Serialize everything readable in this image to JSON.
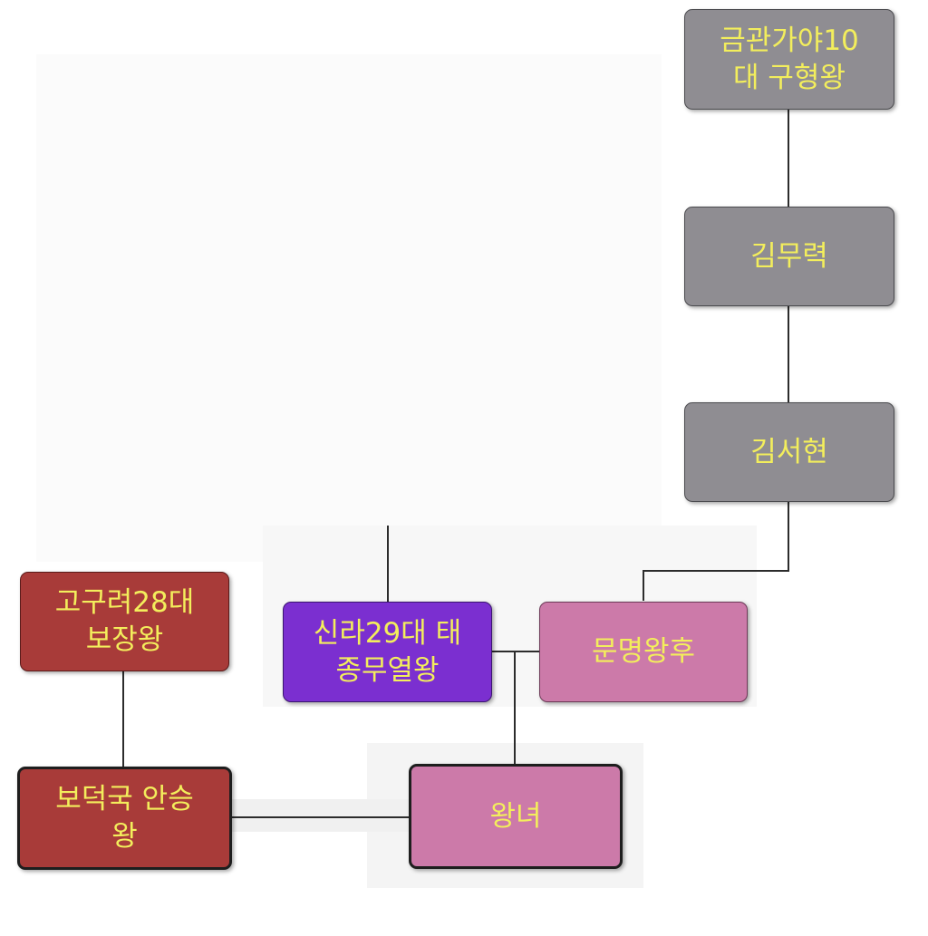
{
  "nodes": {
    "geumgwan_gaya_guhyeong": "금관가야10\n대 구형왕",
    "kim_muryeok": "김무력",
    "kim_seohyeon": "김서현",
    "goguryeo_bojang": "고구려28대\n보장왕",
    "silla_taejong_muyeol": "신라29대 태\n종무열왕",
    "munmyeong_queen": "문명왕후",
    "bodeokguk_anseung": "보덕국 안승\n왕",
    "princess": "왕녀"
  },
  "colors": {
    "text": "#f3ee5c",
    "gray_box": "#8f8d92",
    "red_box": "#a83b39",
    "purple_box": "#7b2fd0",
    "pink_box": "#cc7aa9",
    "connector": "#2c2c2c"
  }
}
